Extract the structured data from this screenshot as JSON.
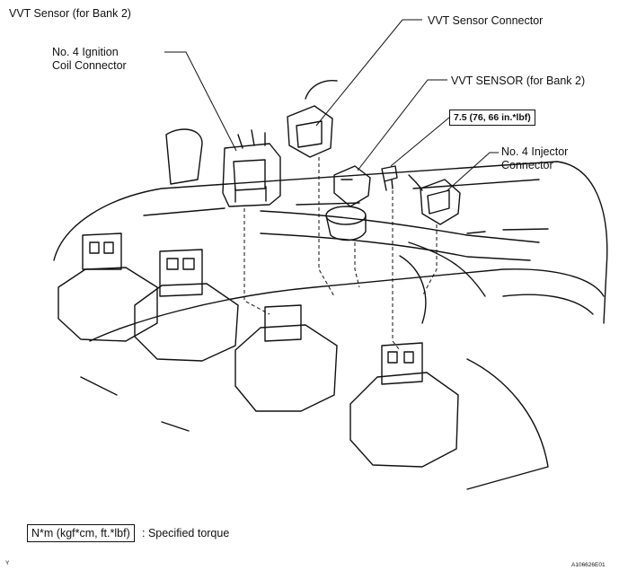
{
  "labels": {
    "vvt_sensor_bank2_title": "VVT Sensor (for Bank 2)",
    "ignition_coil_connector": "No. 4 Ignition\nCoil Connector",
    "vvt_sensor_connector": "VVT Sensor Connector",
    "vvt_sensor_part": "VVT SENSOR (for Bank 2)",
    "torque_value": "7.5 (76, 66 in.*lbf)",
    "injector_connector": "No. 4 Injector\nConnector"
  },
  "legend": {
    "box": "N*m (kgf*cm, ft.*lbf)",
    "text": ": Specified torque"
  },
  "footer": {
    "corner_mark": "Y",
    "figure_id": "A106626E01"
  }
}
